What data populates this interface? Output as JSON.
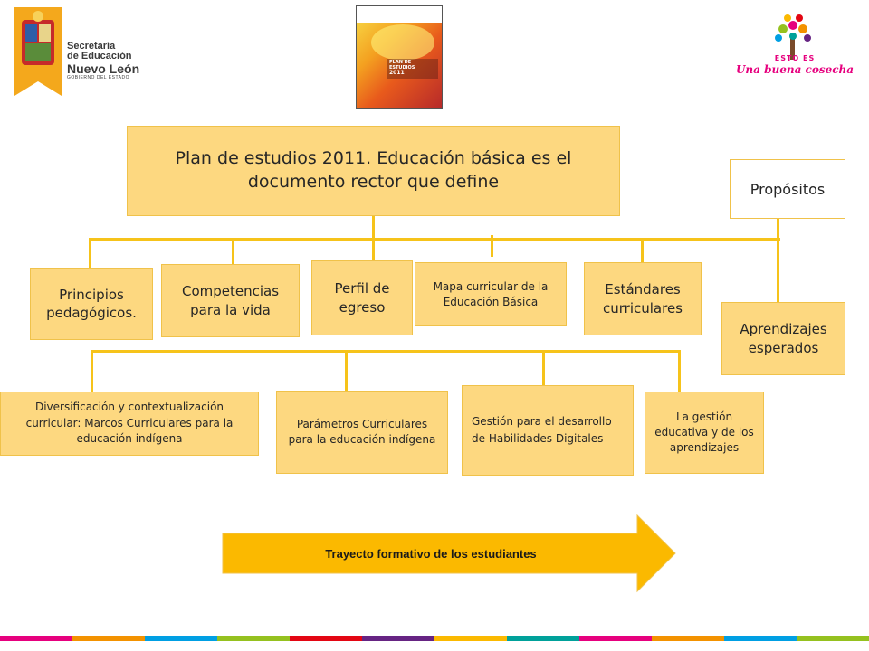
{
  "header": {
    "logo_left": {
      "line1": "Secretaría",
      "line2": "de Educación",
      "line3": "Nuevo León",
      "line4": "GOBIERNO DEL ESTADO"
    },
    "book_cover": {
      "title": "PLAN DE ESTUDIOS",
      "year": "2011"
    },
    "logo_right": {
      "tagline_small": "ESTO ES",
      "tagline": "Una buena cosecha"
    }
  },
  "diagram": {
    "main": "Plan de estudios 2011. Educación básica es el documento rector que define",
    "propositos": "Propósitos",
    "principios": "Principios pedagógicos.",
    "competencias": "Competencias para la vida",
    "perfil": "Perfil de egreso",
    "mapa": "Mapa curricular de la Educación Básica",
    "estandares": "Estándares curriculares",
    "aprendizajes": "Aprendizajes esperados",
    "diversificacion": "Diversificación y contextualización curricular: Marcos Curriculares para la educación indígena",
    "parametros": "Parámetros Curriculares para la educación indígena",
    "gestion_hd": "Gestión para el desarrollo de Habilidades Digitales",
    "gestion_educativa": "La gestión educativa y de los aprendizajes",
    "arrow": "Trayecto formativo de los estudiantes"
  },
  "colors": {
    "accent": "#f6c31a",
    "box_fill": "#fdd880",
    "arrow": "#fbb900"
  },
  "footer_colors": [
    "#e6007e",
    "#f39200",
    "#009fe3",
    "#95c11f",
    "#e30613",
    "#662483",
    "#fbb900",
    "#00a19a",
    "#e6007e",
    "#f39200",
    "#009fe3",
    "#95c11f"
  ]
}
